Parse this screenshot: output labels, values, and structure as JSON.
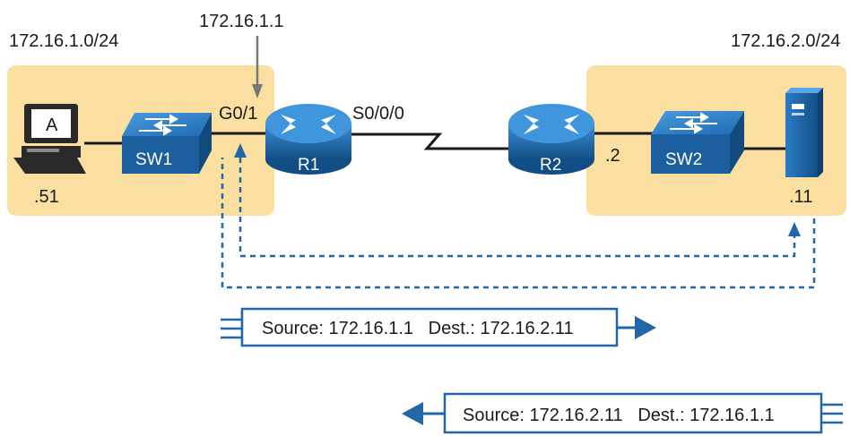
{
  "subnets": {
    "left": "172.16.1.0/24",
    "right": "172.16.2.0/24"
  },
  "router_ip_label": "172.16.1.1",
  "hosts": {
    "pc_letter": "A",
    "pc_host": ".51",
    "server_host": ".11"
  },
  "devices": {
    "sw1": "SW1",
    "r1": "R1",
    "r2": "R2",
    "sw2": "SW2"
  },
  "interfaces": {
    "r1_lan": "G0/1",
    "r1_wan": "S0/0/0",
    "r2_lan": ".2"
  },
  "packets": {
    "outbound": "Source: 172.16.1.1   Dest.: 172.16.2.11",
    "return": "Source: 172.16.2.11   Dest.: 172.16.1.1"
  },
  "colors": {
    "subnet_fill": "#fbdfa0",
    "device_blue": "#1f6fb2",
    "dash_blue": "#2266aa",
    "line": "#1a1a1a"
  }
}
